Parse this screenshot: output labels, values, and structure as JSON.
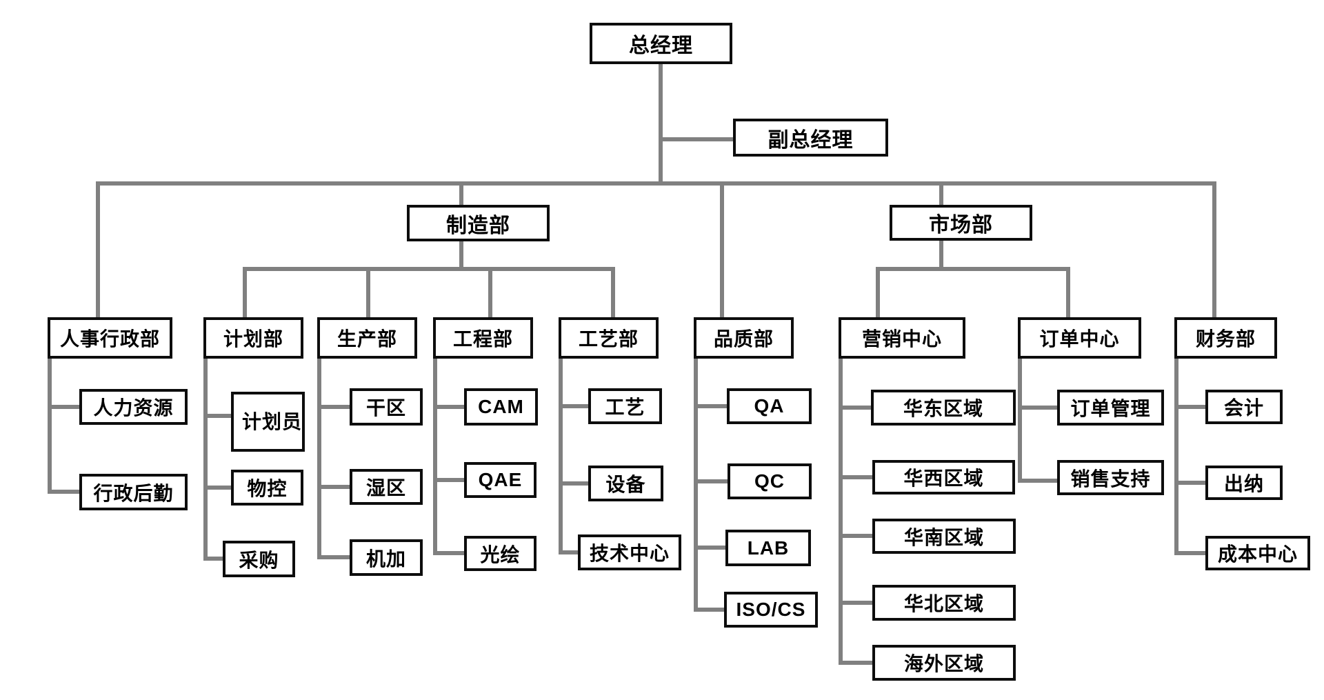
{
  "diagram": {
    "kind": "org-chart",
    "colors": {
      "background": "#ffffff",
      "connector": "#808080",
      "box_border": "#0d0d0d",
      "box_fill": "#ffffff",
      "label": "#000000"
    }
  },
  "nodes": {
    "gm": {
      "label": "总经理"
    },
    "deputy_gm": {
      "label": "副总经理"
    },
    "manufacturing": {
      "label": "制造部"
    },
    "market": {
      "label": "市场部"
    },
    "hr_admin": {
      "label": "人事行政部"
    },
    "planning": {
      "label": "计划部"
    },
    "production": {
      "label": "生产部"
    },
    "engineering": {
      "label": "工程部"
    },
    "process": {
      "label": "工艺部"
    },
    "quality": {
      "label": "品质部"
    },
    "marketing_center": {
      "label": "营销中心"
    },
    "order_center": {
      "label": "订单中心"
    },
    "finance": {
      "label": "财务部"
    },
    "hr": {
      "label": "人力资源"
    },
    "admin_logistics": {
      "label": "行政后勤"
    },
    "planner": {
      "label": "计划员"
    },
    "material_control": {
      "label": "物控"
    },
    "purchasing": {
      "label": "采购"
    },
    "dry_area": {
      "label": "干区"
    },
    "wet_area": {
      "label": "湿区"
    },
    "machining": {
      "label": "机加"
    },
    "cam": {
      "label": "CAM"
    },
    "qae": {
      "label": "QAE"
    },
    "photo_plotting": {
      "label": "光绘"
    },
    "craft": {
      "label": "工艺"
    },
    "equipment": {
      "label": "设备"
    },
    "tech_center": {
      "label": "技术中心"
    },
    "qa": {
      "label": "QA"
    },
    "qc": {
      "label": "QC"
    },
    "lab": {
      "label": "LAB"
    },
    "iso_cs": {
      "label": "ISO/CS"
    },
    "east_china": {
      "label": "华东区域"
    },
    "west_china": {
      "label": "华西区域"
    },
    "south_china": {
      "label": "华南区域"
    },
    "north_china": {
      "label": "华北区域"
    },
    "overseas": {
      "label": "海外区域"
    },
    "order_mgmt": {
      "label": "订单管理"
    },
    "sales_support": {
      "label": "销售支持"
    },
    "accounting": {
      "label": "会计"
    },
    "cashier": {
      "label": "出纳"
    },
    "cost_center": {
      "label": "成本中心"
    }
  },
  "edges": [
    [
      "gm",
      "deputy_gm"
    ],
    [
      "gm",
      "hr_admin"
    ],
    [
      "gm",
      "manufacturing"
    ],
    [
      "gm",
      "quality"
    ],
    [
      "gm",
      "market"
    ],
    [
      "gm",
      "finance"
    ],
    [
      "manufacturing",
      "planning"
    ],
    [
      "manufacturing",
      "production"
    ],
    [
      "manufacturing",
      "engineering"
    ],
    [
      "manufacturing",
      "process"
    ],
    [
      "market",
      "marketing_center"
    ],
    [
      "market",
      "order_center"
    ],
    [
      "hr_admin",
      "hr"
    ],
    [
      "hr_admin",
      "admin_logistics"
    ],
    [
      "planning",
      "planner"
    ],
    [
      "planning",
      "material_control"
    ],
    [
      "planning",
      "purchasing"
    ],
    [
      "production",
      "dry_area"
    ],
    [
      "production",
      "wet_area"
    ],
    [
      "production",
      "machining"
    ],
    [
      "engineering",
      "cam"
    ],
    [
      "engineering",
      "qae"
    ],
    [
      "engineering",
      "photo_plotting"
    ],
    [
      "process",
      "craft"
    ],
    [
      "process",
      "equipment"
    ],
    [
      "process",
      "tech_center"
    ],
    [
      "quality",
      "qa"
    ],
    [
      "quality",
      "qc"
    ],
    [
      "quality",
      "lab"
    ],
    [
      "quality",
      "iso_cs"
    ],
    [
      "marketing_center",
      "east_china"
    ],
    [
      "marketing_center",
      "west_china"
    ],
    [
      "marketing_center",
      "south_china"
    ],
    [
      "marketing_center",
      "north_china"
    ],
    [
      "marketing_center",
      "overseas"
    ],
    [
      "order_center",
      "order_mgmt"
    ],
    [
      "order_center",
      "sales_support"
    ],
    [
      "finance",
      "accounting"
    ],
    [
      "finance",
      "cashier"
    ],
    [
      "finance",
      "cost_center"
    ]
  ]
}
